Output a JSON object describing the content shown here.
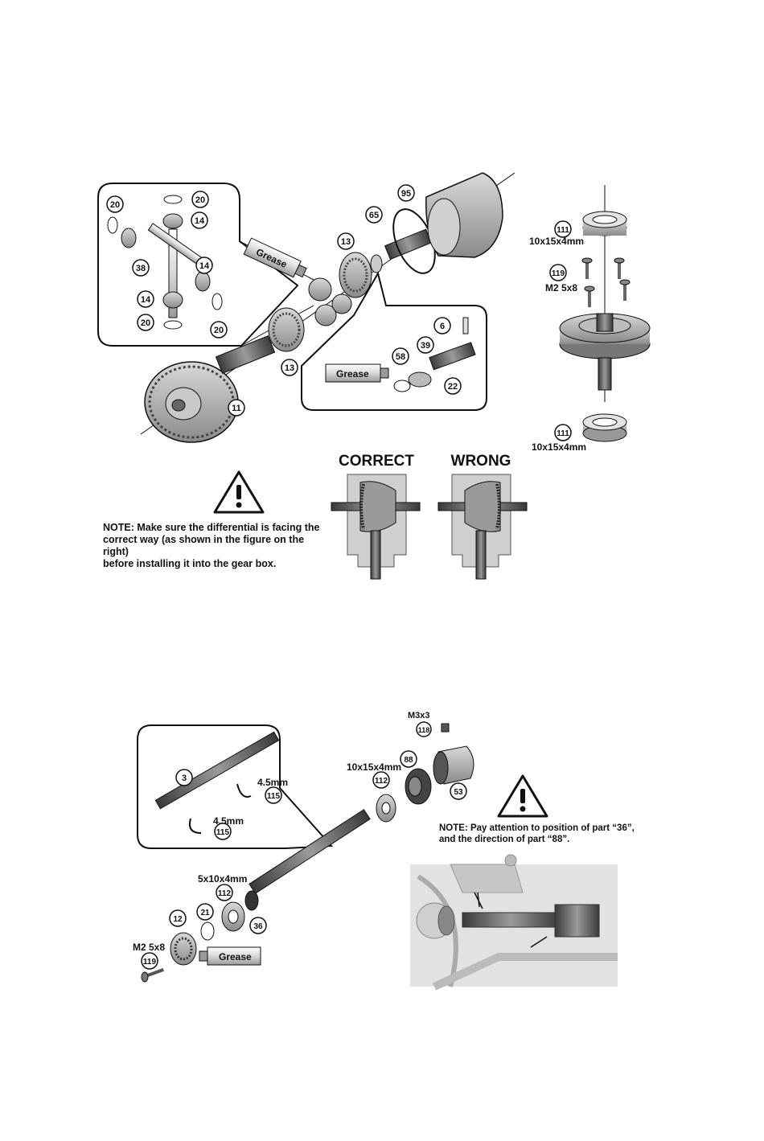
{
  "section1": {
    "callouts": {
      "p95": "95",
      "p65": "65",
      "p13a": "13",
      "p13b": "13",
      "p11": "11",
      "p6": "6",
      "p39": "39",
      "p58": "58",
      "p22": "22",
      "p20a": "20",
      "p20b": "20",
      "p20c": "20",
      "p20d": "20",
      "p14a": "14",
      "p14b": "14",
      "p14c": "14",
      "p38": "38",
      "p111a": "111",
      "p111b": "111",
      "p119": "119"
    },
    "grease_label_1": "Grease",
    "grease_label_2": "Grease",
    "bearing_size_top": "10x15x4mm",
    "bearing_size_bottom": "10x15x4mm",
    "screw_size": "M2 5x8",
    "note": {
      "line1": "NOTE:   Make sure the differential is facing the",
      "line2": "correct way (as shown in the figure on the right)",
      "line3": "before installing it into the gear box."
    },
    "correct_label": "CORRECT",
    "wrong_label": "WRONG"
  },
  "section2": {
    "callouts": {
      "p3": "3",
      "p115a": "115",
      "p115b": "115",
      "p118": "118",
      "p88": "88",
      "p112a": "112",
      "p53": "53",
      "p112b": "112",
      "p21": "21",
      "p12": "12",
      "p36": "36",
      "p119": "119"
    },
    "clip_size_1": "4.5mm",
    "clip_size_2": "4.5mm",
    "setscrew_size": "M3x3",
    "bearing_size_1": "10x15x4mm",
    "bearing_size_2": "5x10x4mm",
    "screw_size": "M2 5x8",
    "grease_label": "Grease",
    "note": {
      "line1": "NOTE:   Pay attention to position of part “36”,",
      "line2": "and the direction of part “88”."
    }
  },
  "colors": {
    "ink": "#111111",
    "part_gray": "#a8a8a8",
    "light_gray": "#d6d6d6",
    "dark_gray": "#555555"
  }
}
